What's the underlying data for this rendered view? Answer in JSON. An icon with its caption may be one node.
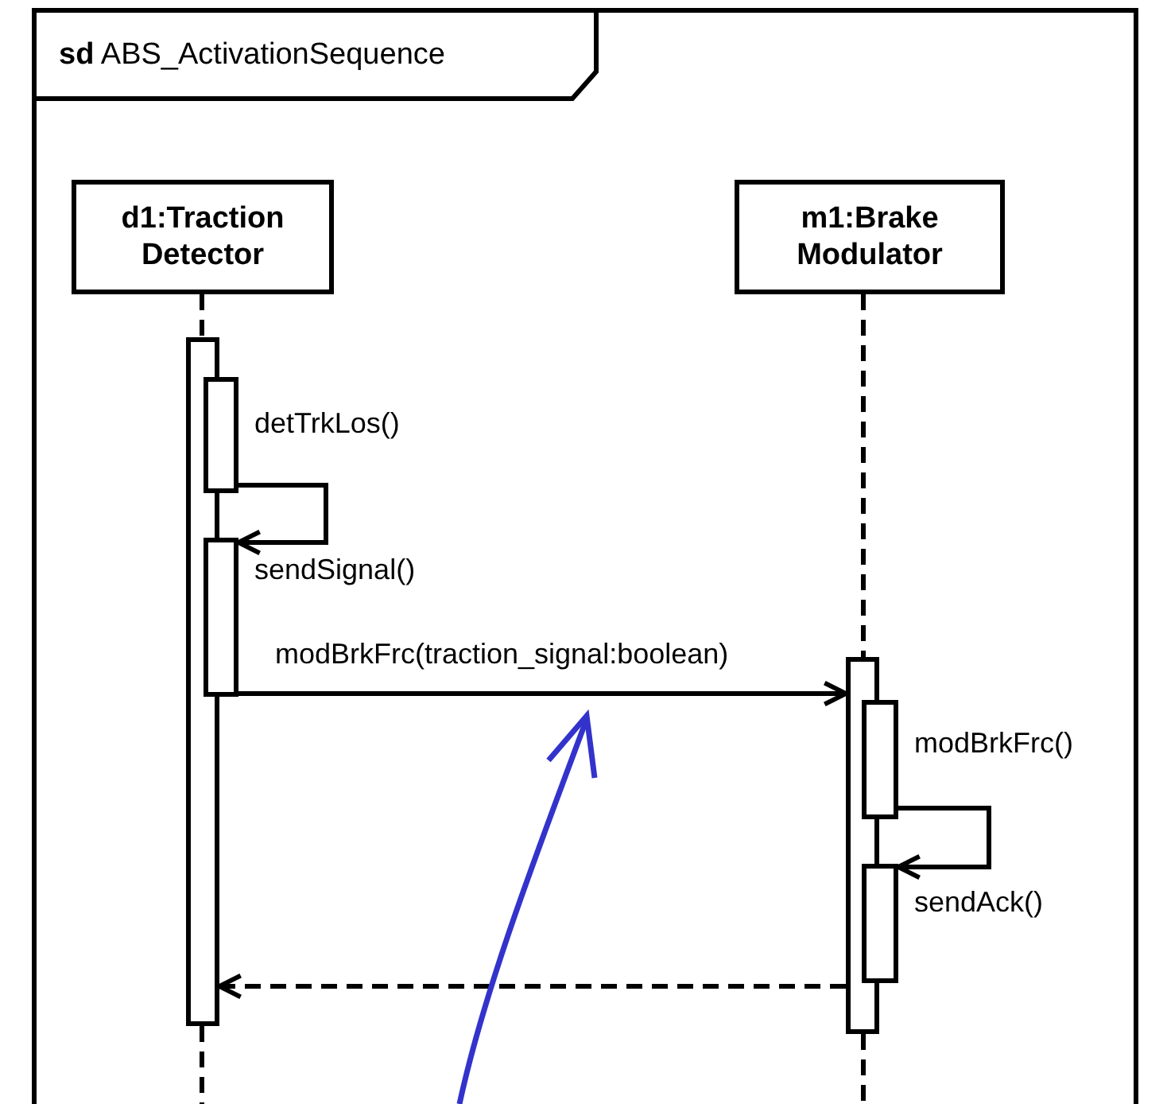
{
  "diagram": {
    "nodes": [
      {
        "text": [
          "**sd** ABS_ActivationSequence"
        ]
      },
      {
        "text": [
          "d1:Traction Detector"
        ],
        "in": 0
      },
      {
        "text": [
          "m1:Brake Modulator"
        ],
        "in": 0
      },
      {
        "text": [],
        "shape": "bar",
        "in": 0
      },
      {
        "text": [],
        "shape": "bar",
        "in": 0,
        "beside": [
          "detTrkLos()"
        ]
      },
      {
        "text": [],
        "shape": "bar",
        "in": 0,
        "beside": [
          "sendSignal()"
        ]
      },
      {
        "text": [],
        "shape": "bar",
        "in": 0
      },
      {
        "text": [],
        "shape": "bar",
        "in": 0,
        "beside": [
          "modBrkFrc()"
        ]
      },
      {
        "text": [],
        "shape": "bar",
        "in": 0,
        "beside": [
          "sendAck()"
        ]
      }
    ],
    "edges": [
      {
        "from": 1,
        "to": 3,
        "arrow": "none",
        "style": "dashed"
      },
      {
        "from": 2,
        "to": 6,
        "arrow": "none",
        "style": "dashed"
      },
      {
        "from": 4,
        "to": 5,
        "arrow": "to"
      },
      {
        "from": 5,
        "to": 6,
        "arrow": "to",
        "label": "modBrkFrc(traction_signal:boolean)"
      },
      {
        "from": 7,
        "to": 8,
        "arrow": "to"
      },
      {
        "from": 6,
        "to": 3,
        "arrow": "to",
        "style": "dashed"
      },
      {
        "from": 3,
        "to": null,
        "arrow": "none",
        "style": "dashed"
      },
      {
        "from": 6,
        "to": null,
        "arrow": "none",
        "style": "dashed"
      }
    ]
  }
}
